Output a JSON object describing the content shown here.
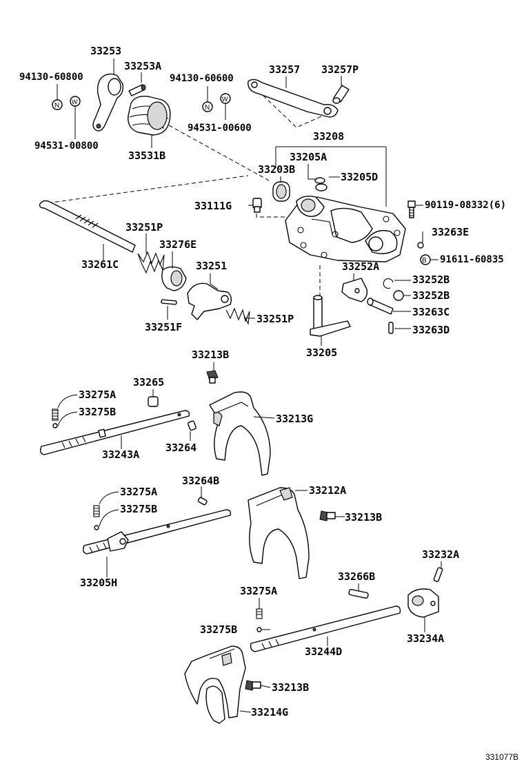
{
  "labels": {
    "p33253": "33253",
    "p33253A": "33253A",
    "p94130_60800": "94130-60800",
    "p94531_00800": "94531-00800",
    "p33531B": "33531B",
    "p94130_60600": "94130-60600",
    "p94531_00600": "94531-00600",
    "p33257": "33257",
    "p33257P": "33257P",
    "p33208": "33208",
    "p33205A": "33205A",
    "p33203B": "33203B",
    "p33205D": "33205D",
    "p33111G": "33111G",
    "p90119_08332": "90119-08332(6)",
    "p33263E": "33263E",
    "p91611_60835": "91611-60835",
    "p33251P_top": "33251P",
    "p33276E": "33276E",
    "p33261C": "33261C",
    "p33251": "33251",
    "p33252A": "33252A",
    "p33252B_1": "33252B",
    "p33252B_2": "33252B",
    "p33263C": "33263C",
    "p33263D": "33263D",
    "p33251F": "33251F",
    "p33251P_low": "33251P",
    "p33205": "33205",
    "p33213B_top": "33213B",
    "p33265": "33265",
    "p33275A_1": "33275A",
    "p33275B_1": "33275B",
    "p33213G": "33213G",
    "p33264": "33264",
    "p33243A": "33243A",
    "p33264B": "33264B",
    "p33275A_2": "33275A",
    "p33275B_2": "33275B",
    "p33212A": "33212A",
    "p33213B_mid": "33213B",
    "p33205H": "33205H",
    "p33232A": "33232A",
    "p33266B": "33266B",
    "p33275A_3": "33275A",
    "p33275B_3": "33275B",
    "p33244D": "33244D",
    "p33234A": "33234A",
    "p33213B_low": "33213B",
    "p33214G": "33214G"
  },
  "symbols": {
    "nut_1": "N",
    "washer_1": "W",
    "nut_2": "N",
    "washer_2": "W",
    "bolt_b": "B"
  },
  "figure_code": "331077B"
}
